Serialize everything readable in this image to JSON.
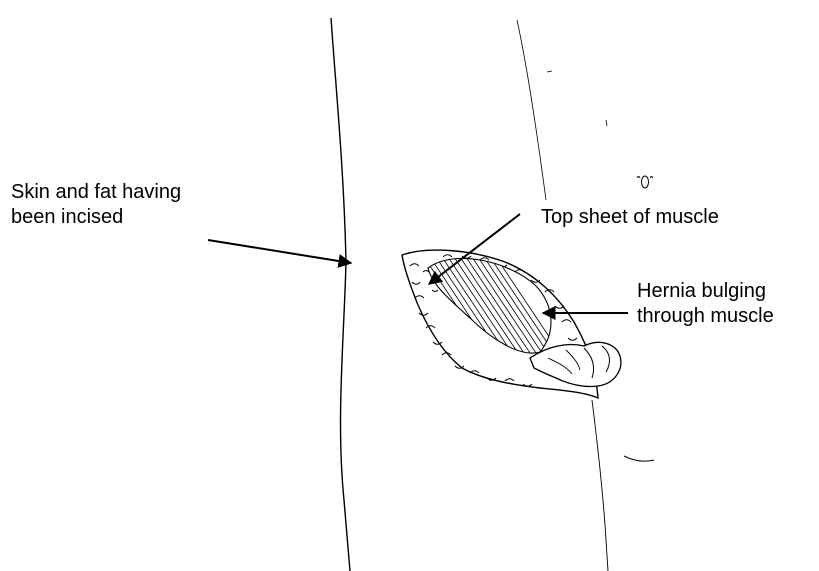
{
  "labels": {
    "skin": {
      "line1": "Skin and fat having",
      "line2": "been incised"
    },
    "muscle": {
      "line1": "Top sheet of muscle"
    },
    "hernia": {
      "line1": "Hernia bulging",
      "line2": "through muscle"
    }
  },
  "colors": {
    "ink": "#000000",
    "background": "#ffffff"
  }
}
